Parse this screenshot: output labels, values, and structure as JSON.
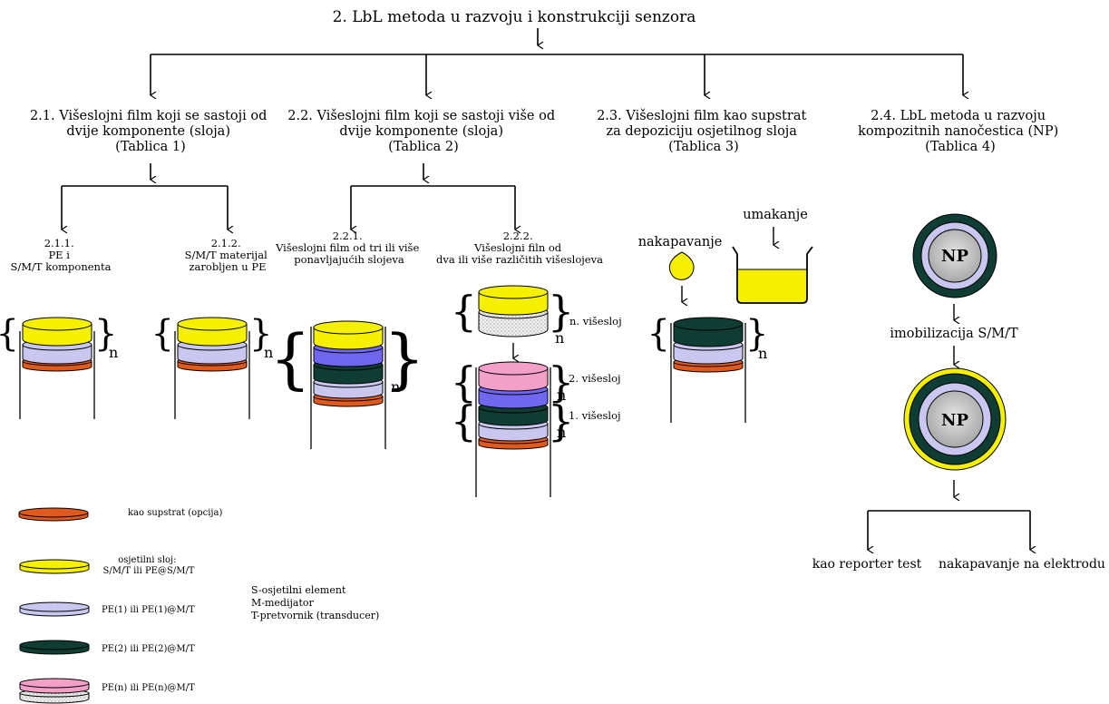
{
  "title": "2. LbL metoda u razvoju i konstrukciji senzora",
  "branches": [
    {
      "lines": [
        "2.1. Višeslojni film koji se sastoji od",
        "dvije komponente (sloja)",
        "(Tablica 1)"
      ]
    },
    {
      "lines": [
        "2.2. Višeslojni film koji se sastoji više od",
        "dvije komponente (sloja)",
        "(Tablica 2)"
      ]
    },
    {
      "lines": [
        "2.3. Višeslojni film kao supstrat",
        "za depoziciju osjetilnog sloja",
        "(Tablica 3)"
      ]
    },
    {
      "lines": [
        "2.4. LbL metoda u razvoju",
        "kompozitnih nanočestica (NP)",
        "(Tablica 4)"
      ]
    }
  ],
  "sub_branches": [
    {
      "lines": [
        "2.1.1.",
        "PE i",
        "S/M/T komponenta"
      ]
    },
    {
      "lines": [
        "2.1.2.",
        "S/M/T materijal",
        "zarobljen u PE"
      ]
    },
    {
      "lines": [
        "2.2.1.",
        "Višeslojni film od tri ili više",
        "ponavljajućih slojeva"
      ]
    },
    {
      "lines": [
        "2.2.2.",
        "Višeslojni filn od",
        "dva ili više različitih višeslojeva"
      ]
    }
  ],
  "n_label": "n",
  "multilayer_labels": {
    "nth": "n. višesloj",
    "second": "2. višesloj",
    "first": "1. višesloj"
  },
  "deposition": {
    "drop": "nakapavanje",
    "dip": "umakanje"
  },
  "np": {
    "core": "NP",
    "immobilization": "imobilizacija S/M/T",
    "reporter": "kao reporter test",
    "electrode": "nakapavanje na elektrodu"
  },
  "legend": [
    {
      "lines": [
        "kao supstrat (opcija)"
      ],
      "color": "#e05a1e"
    },
    {
      "lines": [
        "osjetilni sloj:",
        "S/M/T ili PE@S/M/T"
      ],
      "color": "#f4f000"
    },
    {
      "lines": [
        "PE(1) ili PE(1)@M/T"
      ],
      "color": "#c9c6f0"
    },
    {
      "lines": [
        "PE(2) ili PE(2)@M/T"
      ],
      "color": "#0f3d33"
    },
    {
      "lines": [
        "PE(n) ili PE(n)@M/T"
      ],
      "color": "#f2a0c8"
    }
  ],
  "definitions": [
    "S-osjetilni element",
    "M-medijator",
    "T-pretvornik (transducer)"
  ],
  "colors": {
    "substrate": "#e05a1e",
    "sensing": "#f4f000",
    "pe1": "#c9c6f0",
    "pe2": "#0f3d33",
    "pe_blue": "#6f67f2",
    "pen": "#f2a0c8",
    "dotted": "#e8e8e8"
  }
}
